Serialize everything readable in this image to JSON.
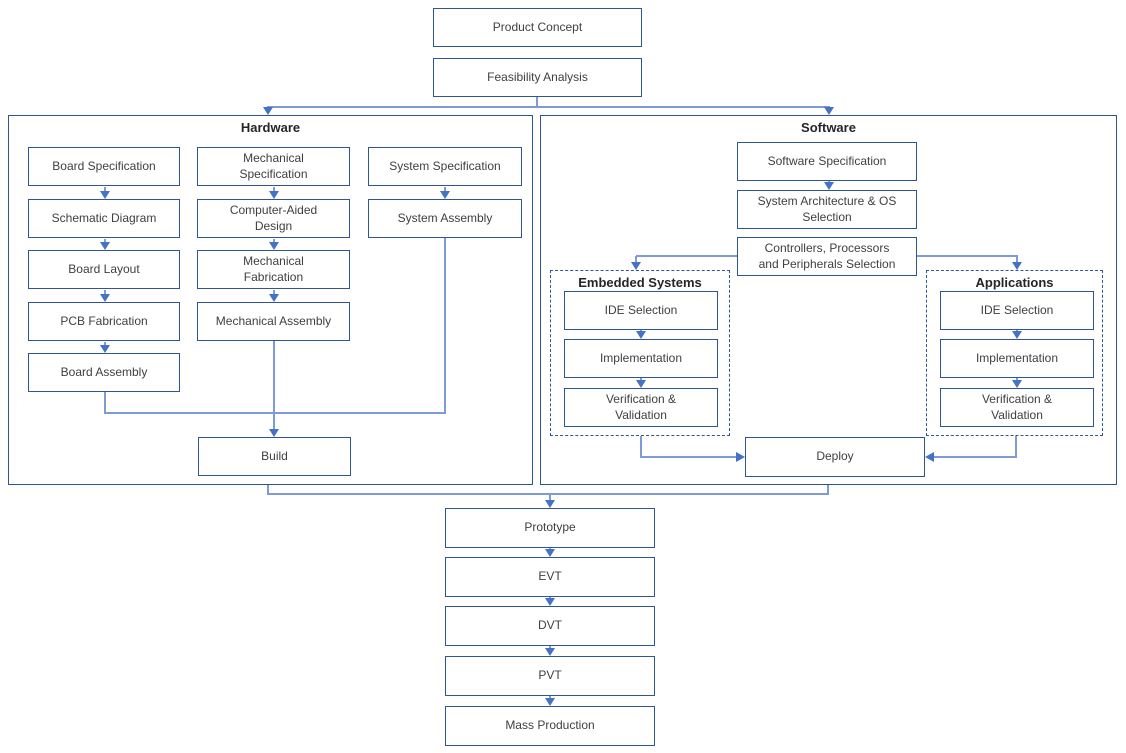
{
  "colors": {
    "box_border": "#2f5597",
    "connector_line": "#7e9bd8",
    "arrowhead": "#4472c4",
    "body_text": "#404040",
    "title_text": "#262626",
    "background": "#ffffff"
  },
  "flow_top": {
    "product_concept": "Product Concept",
    "feasibility_analysis": "Feasibility Analysis"
  },
  "hardware": {
    "title": "Hardware",
    "board_steps": [
      "Board Specification",
      "Schematic Diagram",
      "Board Layout",
      "PCB Fabrication",
      "Board Assembly"
    ],
    "mechanical_steps": [
      "Mechanical\nSpecification",
      "Computer-Aided\nDesign",
      "Mechanical\nFabrication",
      "Mechanical Assembly"
    ],
    "system_steps": [
      "System Specification",
      "System Assembly"
    ],
    "build": "Build"
  },
  "software": {
    "title": "Software",
    "chain": [
      "Software Specification",
      "System Architecture & OS\nSelection",
      "Controllers, Processors\nand Peripherals Selection"
    ],
    "embedded": {
      "title": "Embedded Systems",
      "steps": [
        "IDE Selection",
        "Implementation",
        "Verification &\nValidation"
      ]
    },
    "applications": {
      "title": "Applications",
      "steps": [
        "IDE Selection",
        "Implementation",
        "Verification &\nValidation"
      ]
    },
    "deploy": "Deploy"
  },
  "production_steps": [
    "Prototype",
    "EVT",
    "DVT",
    "PVT",
    "Mass Production"
  ]
}
